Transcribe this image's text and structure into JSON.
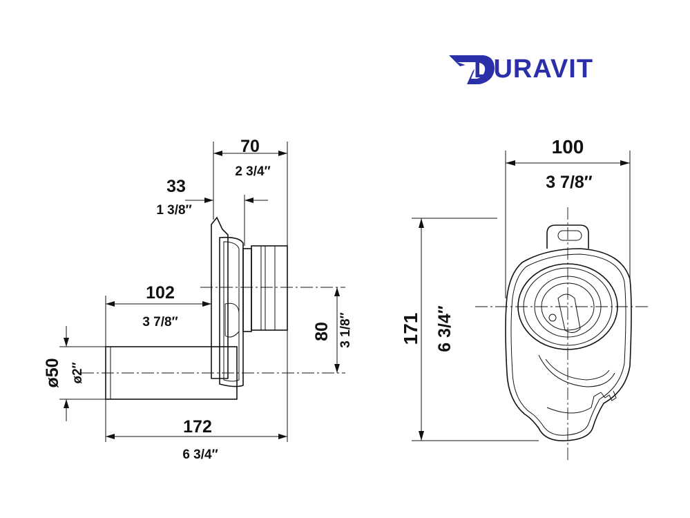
{
  "brand": {
    "name": "DURAVIT",
    "color": "#2b2fa8"
  },
  "side_view": {
    "dim_70": {
      "mm": "70",
      "inch": "2 3/4″"
    },
    "dim_33": {
      "mm": "33",
      "inch": "1 3/8″"
    },
    "dim_102": {
      "mm": "102",
      "inch": "3 7/8″"
    },
    "dim_80": {
      "mm": "80",
      "inch": "3 1/8″"
    },
    "dim_50": {
      "mm": "ø50",
      "inch": "ø2″"
    },
    "dim_172": {
      "mm": "172",
      "inch": "6 3/4″"
    }
  },
  "front_view": {
    "dim_100": {
      "mm": "100",
      "inch": "3 7/8″"
    },
    "dim_171": {
      "mm": "171",
      "inch": "6 3/4″"
    }
  }
}
